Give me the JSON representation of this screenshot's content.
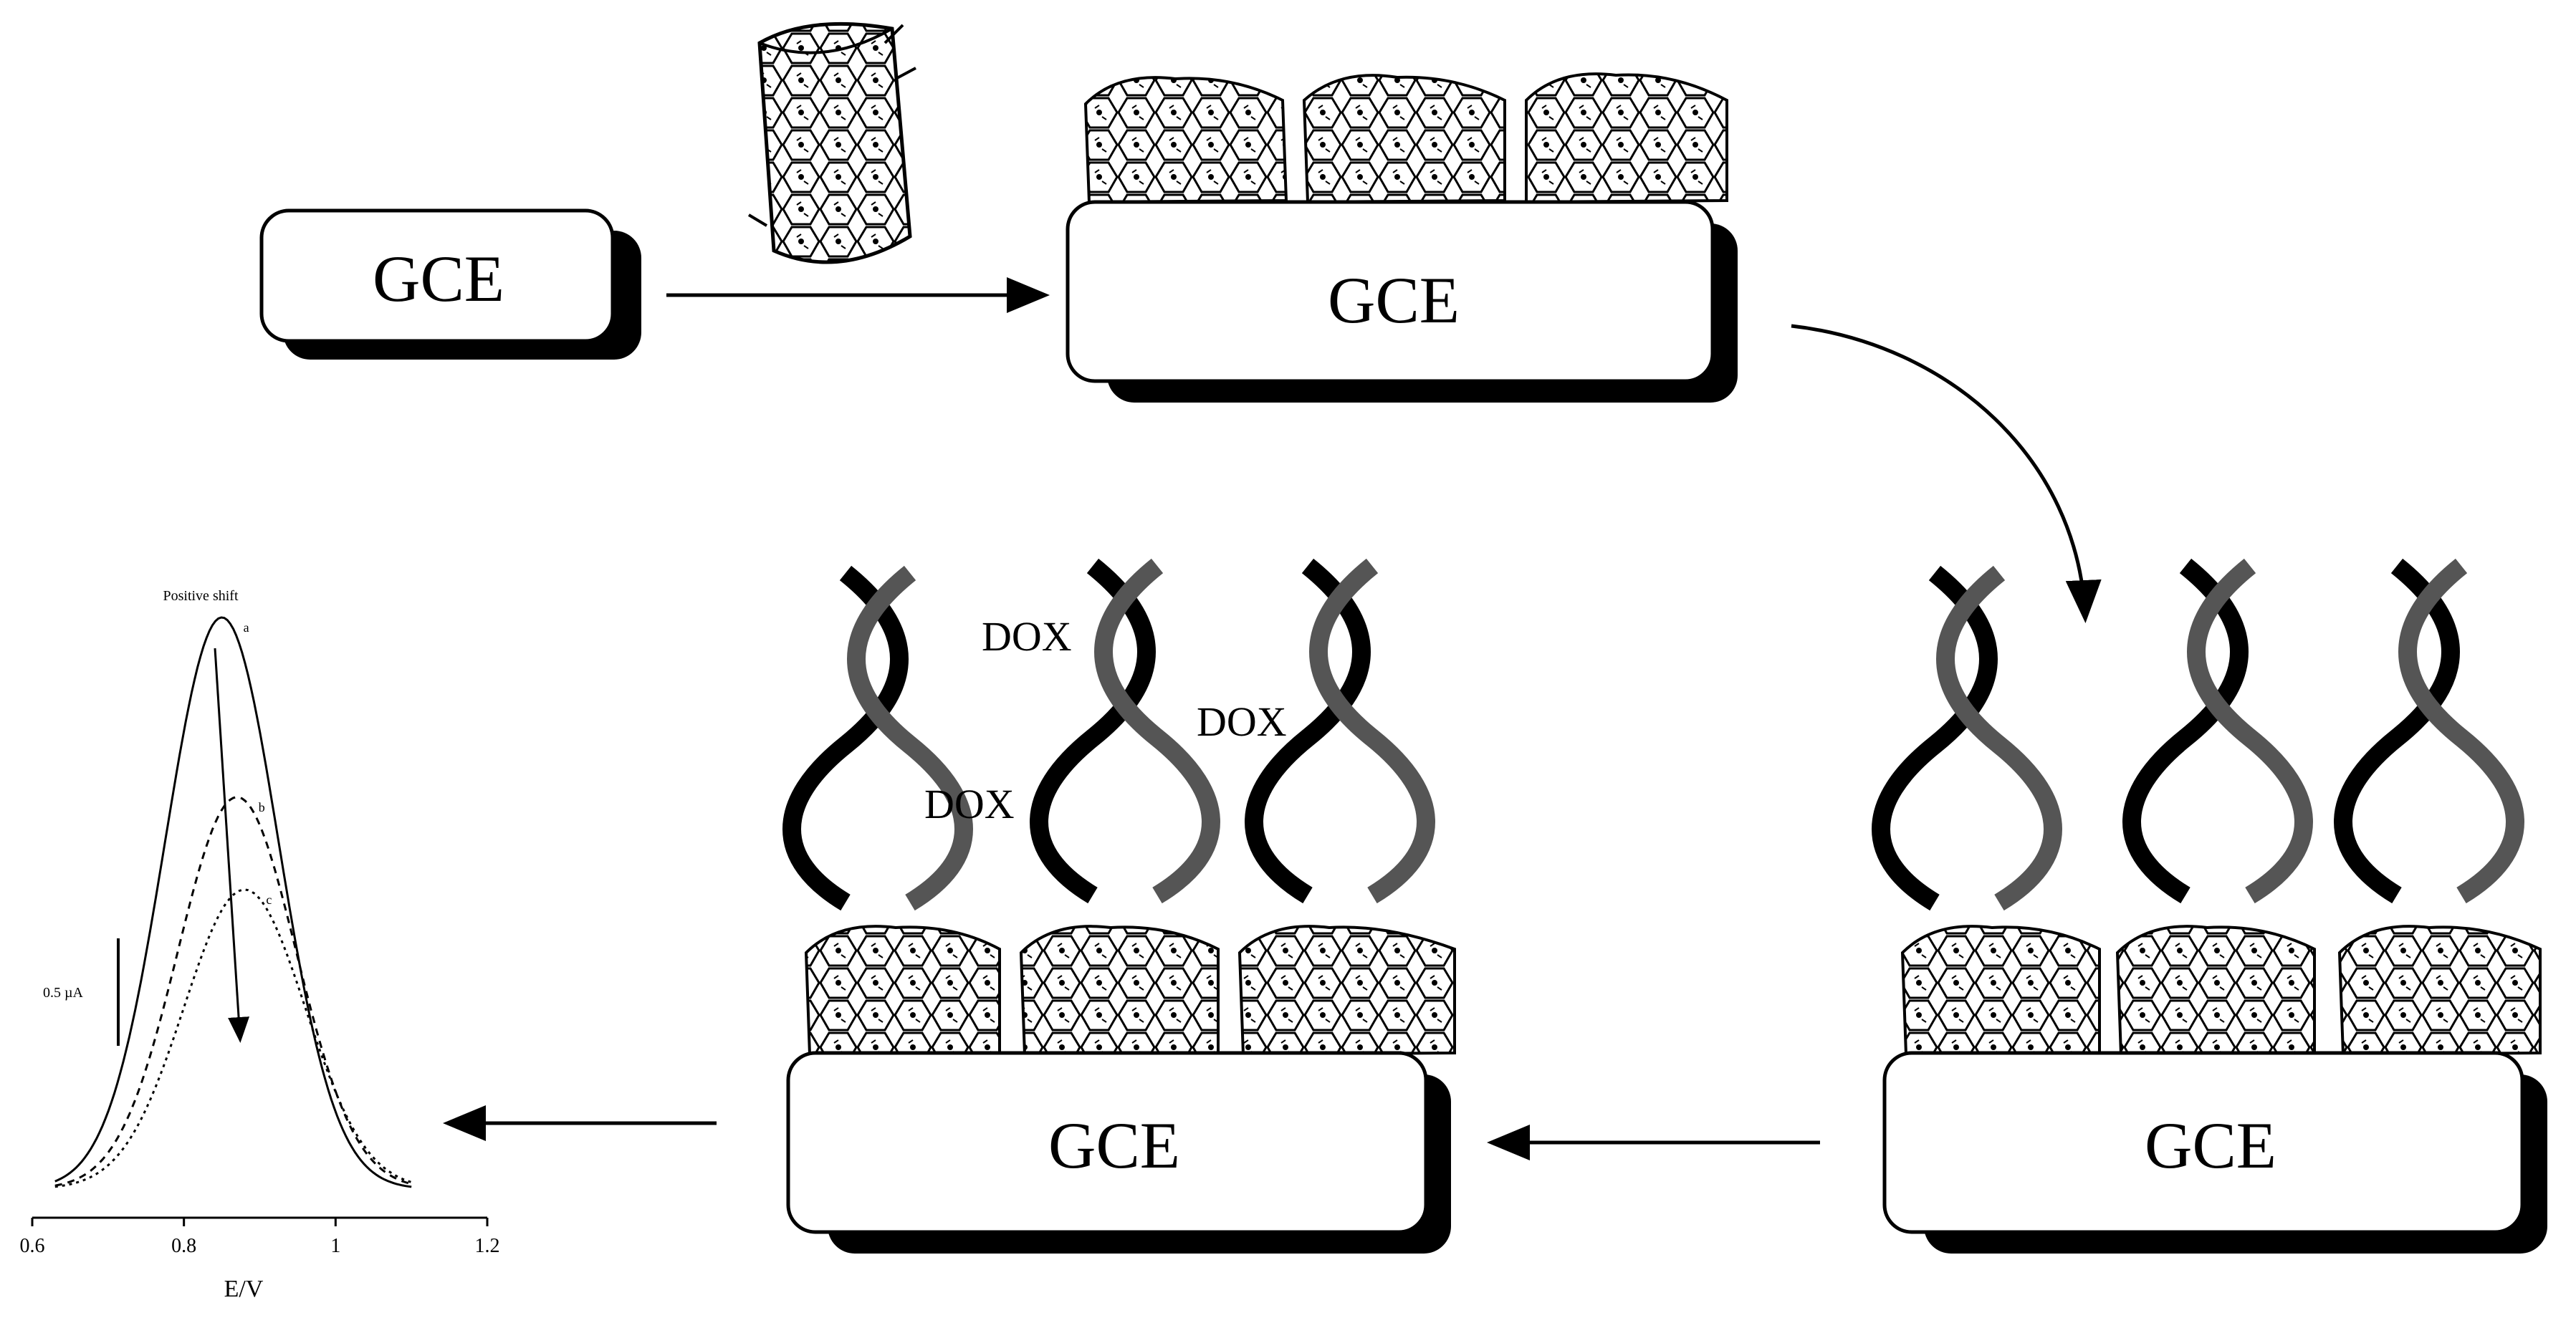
{
  "electrodes": [
    {
      "label": "GCE"
    },
    {
      "label": "GCE"
    },
    {
      "label": "GCE"
    },
    {
      "label": "GCE"
    }
  ],
  "dox_labels": [
    "DOX",
    "DOX",
    "DOX"
  ],
  "plot": {
    "annotation": "Positive shift",
    "scale_bar_label": "0.5 µA",
    "xlabel": "E/V",
    "x_ticks": [
      "0.6",
      "0.8",
      "1",
      "1.2"
    ],
    "curve_letters": [
      "a",
      "b",
      "c"
    ]
  },
  "chart_data": {
    "type": "line",
    "title": "",
    "xlabel": "E/V",
    "ylabel": "",
    "xlim": [
      0.6,
      1.2
    ],
    "x_ticks": [
      0.6,
      0.8,
      1.0,
      1.2
    ],
    "y_scale_bar": "0.5 µA",
    "annotation": "Positive shift",
    "series": [
      {
        "name": "a",
        "peak_x": 0.85,
        "peak_y": 1.05,
        "sigma": 0.075,
        "baseline": 0.0
      },
      {
        "name": "b",
        "peak_x": 0.87,
        "peak_y": 0.72,
        "sigma": 0.078,
        "baseline": 0.0
      },
      {
        "name": "c",
        "peak_x": 0.88,
        "peak_y": 0.55,
        "sigma": 0.08,
        "baseline": 0.0
      }
    ]
  }
}
